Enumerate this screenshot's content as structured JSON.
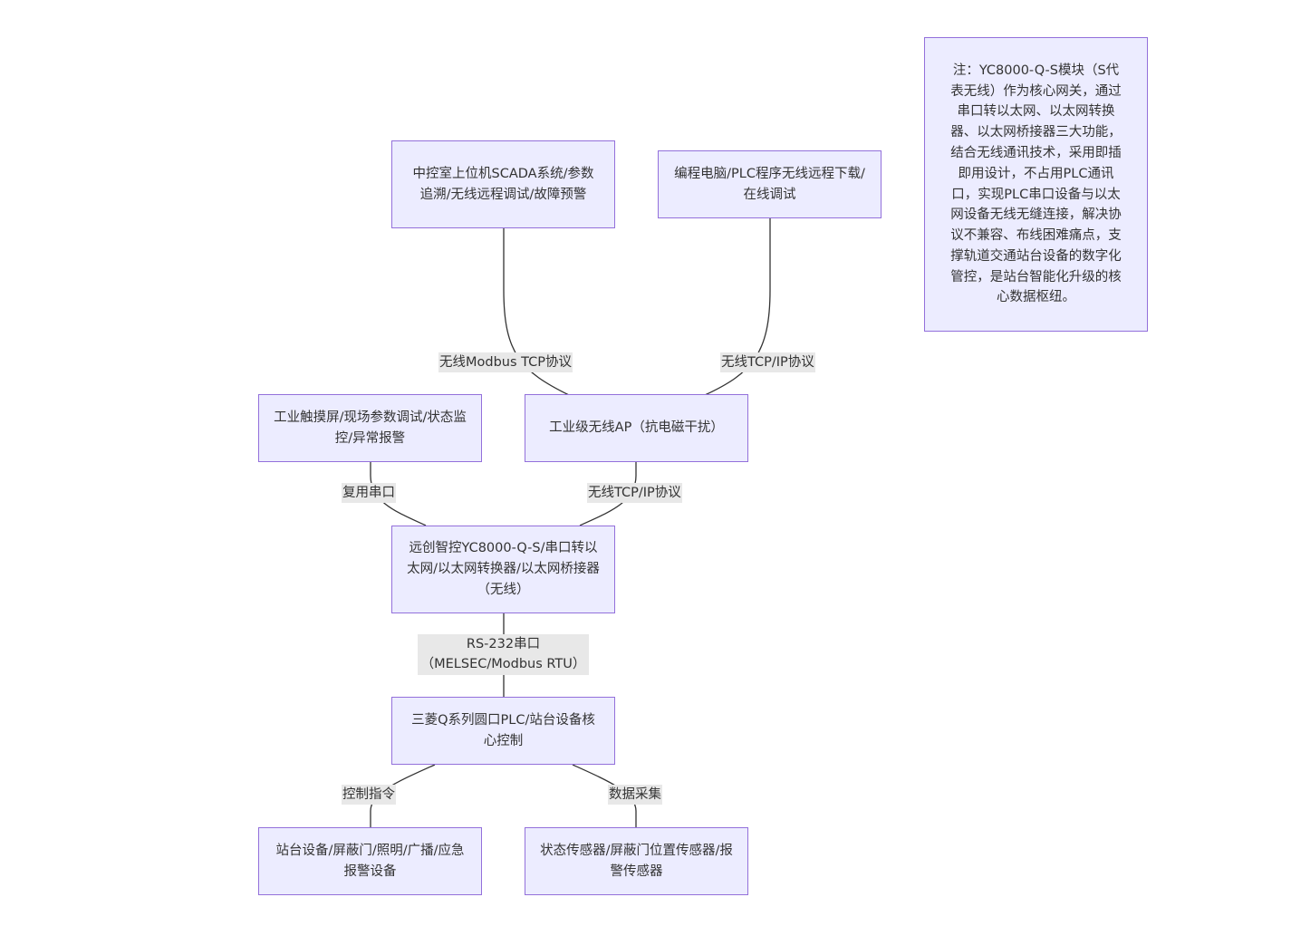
{
  "nodes": {
    "scada": "中控室上位机SCADA系统/参数追溯/无线远程调试/故障预警",
    "programming_pc": "编程电脑/PLC程序无线远程下载/在线调试",
    "touchscreen": "工业触摸屏/现场参数调试/状态监控/异常报警",
    "wireless_ap": "工业级无线AP（抗电磁干扰）",
    "gateway": "远创智控YC8000-Q-S/串口转以太网/以太网转换器/以太网桥接器（无线）",
    "plc": "三菱Q系列圆口PLC/站台设备核心控制",
    "station_equipment": "站台设备/屏蔽门/照明/广播/应急报警设备",
    "sensors": "状态传感器/屏蔽门位置传感器/报警传感器"
  },
  "edge_labels": {
    "scada_to_ap": "无线Modbus TCP协议",
    "pc_to_ap": "无线TCP/IP协议",
    "touchscreen_to_gateway": "复用串口",
    "ap_to_gateway": "无线TCP/IP协议",
    "gateway_to_plc_line1": "RS-232串口",
    "gateway_to_plc_line2": "（MELSEC/Modbus RTU）",
    "plc_to_equipment": "控制指令",
    "plc_to_sensors": "数据采集"
  },
  "note": "注：YC8000-Q-S模块（S代表无线）作为核心网关，通过串口转以太网、以太网转换器、以太网桥接器三大功能，结合无线通讯技术，采用即插即用设计，不占用PLC通讯口，实现PLC串口设备与以太网设备无线无缝连接，解决协议不兼容、布线困难痛点，支撑轨道交通站台设备的数字化管控，是站台智能化升级的核心数据枢纽。",
  "colors": {
    "node_fill": "#ECECFF",
    "node_border": "#9370DB",
    "edge_stroke": "#333333",
    "label_bg": "#e8e8e8"
  }
}
